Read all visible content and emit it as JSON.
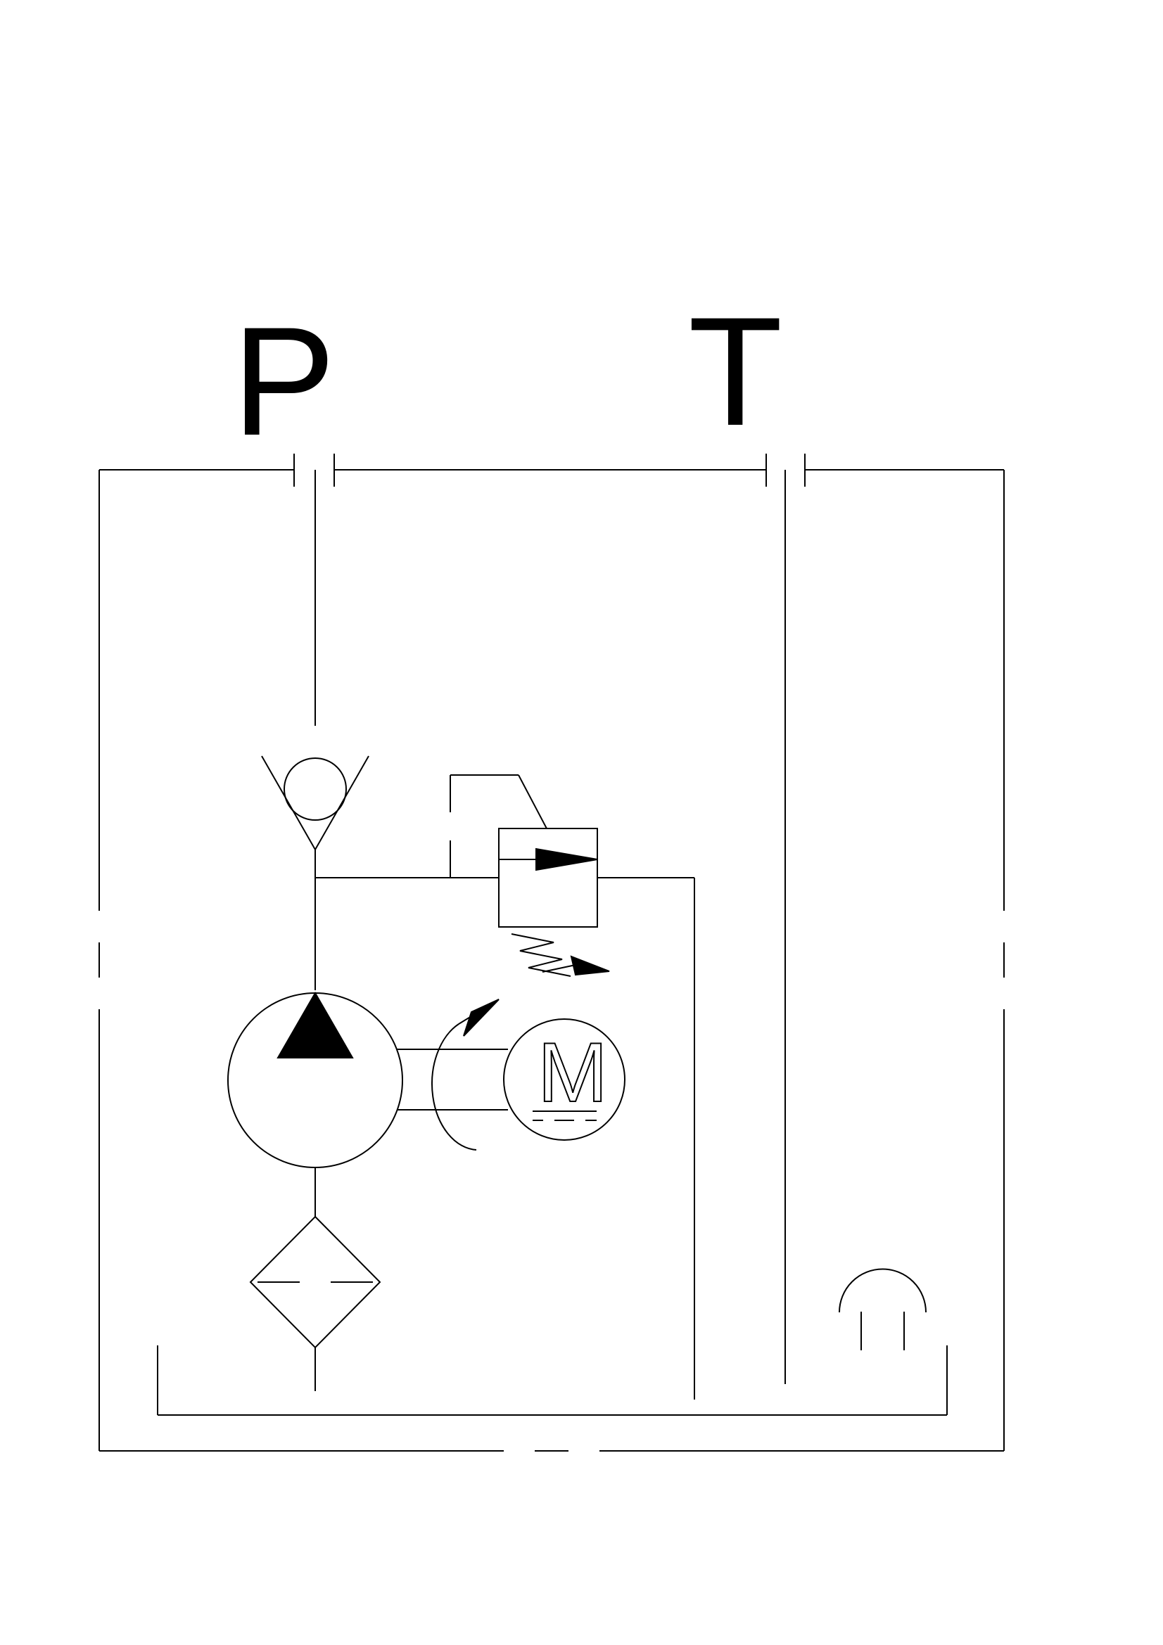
{
  "ports": {
    "pressure_label": "P",
    "tank_label": "T"
  },
  "motor": {
    "letter": "M"
  },
  "components": [
    "check-valve-icon",
    "pressure-relief-valve-icon",
    "pump-icon",
    "electric-motor-icon",
    "filter-icon",
    "breather-icon",
    "reservoir-icon"
  ]
}
